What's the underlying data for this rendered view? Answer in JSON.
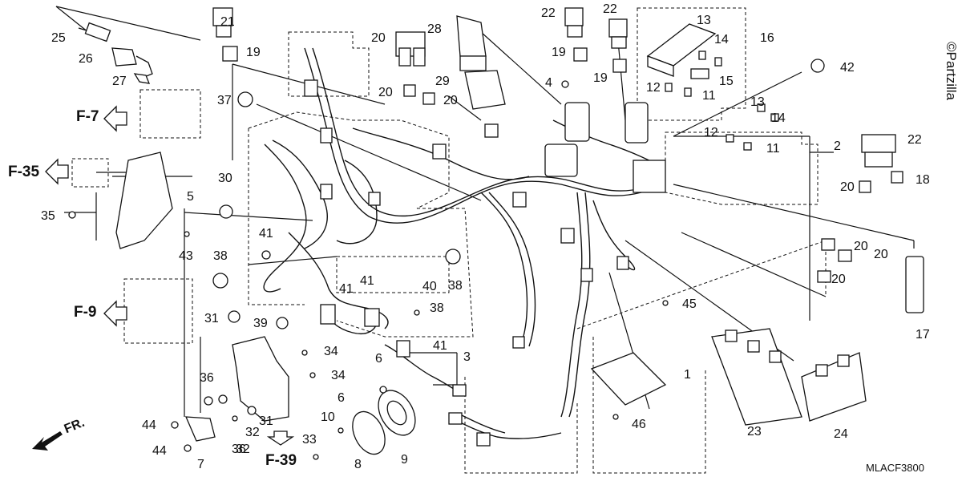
{
  "diagram": {
    "code": "MLACF3800",
    "copyright": "©Partzilla",
    "front_label": "FR.",
    "refs": [
      "F-7",
      "F-35",
      "F-9",
      "F-39"
    ],
    "labels": [
      "1",
      "2",
      "3",
      "4",
      "5",
      "6",
      "6",
      "7",
      "8",
      "9",
      "10",
      "11",
      "11",
      "12",
      "12",
      "13",
      "13",
      "14",
      "14",
      "15",
      "16",
      "17",
      "18",
      "19",
      "19",
      "19",
      "20",
      "20",
      "20",
      "20",
      "20",
      "20",
      "20",
      "21",
      "22",
      "22",
      "22",
      "23",
      "24",
      "25",
      "26",
      "27",
      "28",
      "29",
      "30",
      "31",
      "31",
      "32",
      "32",
      "33",
      "34",
      "34",
      "35",
      "36",
      "36",
      "37",
      "38",
      "38",
      "38",
      "39",
      "40",
      "41",
      "41",
      "41",
      "41",
      "42",
      "43",
      "44",
      "44",
      "45",
      "46"
    ]
  }
}
